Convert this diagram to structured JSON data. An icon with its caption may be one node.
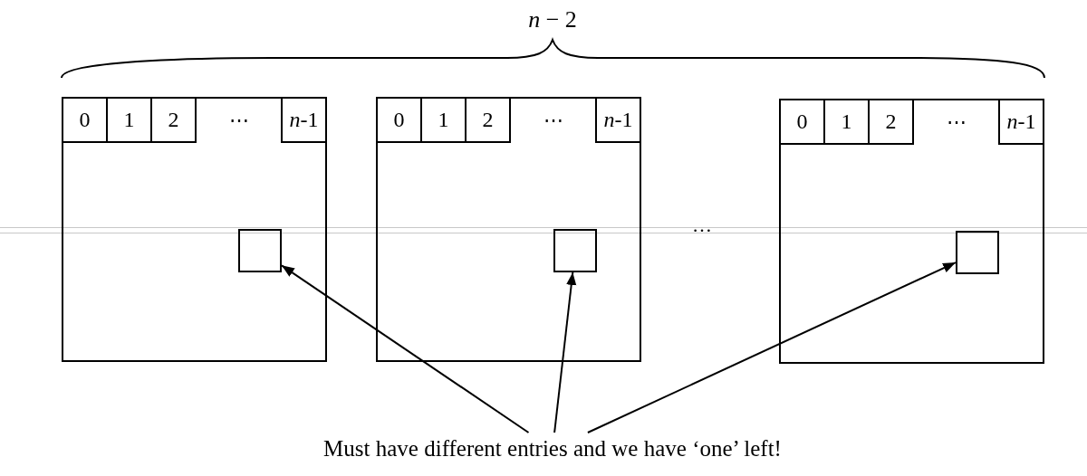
{
  "diagram": {
    "nodes": [
      {
        "text": [],
        "shape": "box"
      },
      {
        "text": [
          "0"
        ],
        "in": 0
      },
      {
        "text": [
          "1"
        ],
        "in": 0
      },
      {
        "text": [
          "2"
        ],
        "in": 0
      },
      {
        "text": [
          "*n*-1"
        ],
        "in": 0
      },
      {
        "text": [],
        "shape": "box",
        "in": 0
      },
      {
        "text": [],
        "shape": "box"
      },
      {
        "text": [
          "0"
        ],
        "in": 6
      },
      {
        "text": [
          "1"
        ],
        "in": 6
      },
      {
        "text": [
          "2"
        ],
        "in": 6
      },
      {
        "text": [
          "*n*-1"
        ],
        "in": 6
      },
      {
        "text": [],
        "shape": "box",
        "in": 6
      },
      {
        "text": [],
        "shape": "box"
      },
      {
        "text": [
          "0"
        ],
        "in": 12
      },
      {
        "text": [
          "1"
        ],
        "in": 12
      },
      {
        "text": [
          "2"
        ],
        "in": 12
      },
      {
        "text": [
          "*n*-1"
        ],
        "in": 12
      },
      {
        "text": [],
        "shape": "box",
        "in": 12
      },
      {
        "text": [
          "Must have different entries and we have ‘one’ left!"
        ]
      }
    ],
    "edges": [
      {
        "from": 18,
        "to": 5,
        "arrow": "to"
      },
      {
        "from": 18,
        "to": 11,
        "arrow": "to"
      },
      {
        "from": 18,
        "to": 17,
        "arrow": "to"
      }
    ],
    "labels": [
      "*n* − 2",
      "⋯",
      "⋯",
      "⋯",
      "…"
    ]
  }
}
